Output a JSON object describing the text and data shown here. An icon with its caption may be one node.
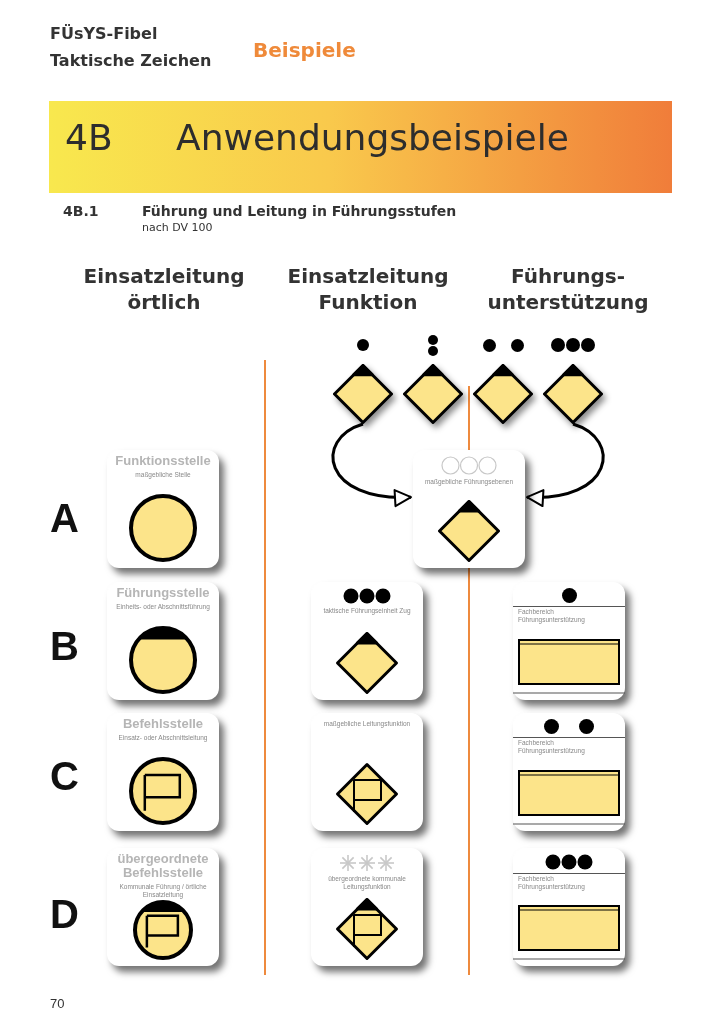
{
  "diagram": {
    "title": "4B Anwendungsbeispiele",
    "nodes": [
      {
        "text": [],
        "shape": "diamond"
      },
      {
        "text": [],
        "shape": "diamond"
      },
      {
        "text": [],
        "shape": "diamond"
      },
      {
        "text": [],
        "shape": "diamond"
      },
      {
        "text": [
          "Funktionsstelle",
          "maßgebliche Stelle"
        ]
      },
      {
        "text": [
          "maßgebliche Führungsebenen"
        ]
      },
      {
        "text": [
          "Führungsstelle",
          "Einheits- oder Abschnittsführung"
        ]
      },
      {
        "text": [
          "taktische Führungseinheit Zug"
        ]
      },
      {
        "text": [
          "Fachbereich Führungsunterstützung"
        ]
      },
      {
        "text": [
          "Befehlsstelle",
          "Einsatz- oder Abschnittsleitung"
        ]
      },
      {
        "text": [
          "maßgebliche Leitungsfunktion"
        ]
      },
      {
        "text": [
          "Fachbereich Führungsunterstützung"
        ]
      },
      {
        "text": [
          "übergeordnete Befehlsstelle",
          "Kommunale Führung / örtliche Einsatzleitung"
        ]
      },
      {
        "text": [
          "übergeordnete kommunale Leitungsfunktion"
        ]
      },
      {
        "text": [
          "Fachbereich Führungsunterstützung"
        ]
      }
    ],
    "edges": [
      {
        "from": 0,
        "to": 5,
        "arrow": "to"
      },
      {
        "from": 3,
        "to": 5,
        "arrow": "to"
      }
    ],
    "labels": [
      "FÜsYS-Fibel",
      "Beispiele",
      "Taktische Zeichen",
      "4B.1",
      "Führung und Leitung in Führungsstufen",
      "nach DV 100",
      "Einsatzleitung örtlich",
      "Einsatzleitung Funktion",
      "Führungs- unterstützung",
      "A",
      "B",
      "C",
      "D",
      "70"
    ]
  }
}
